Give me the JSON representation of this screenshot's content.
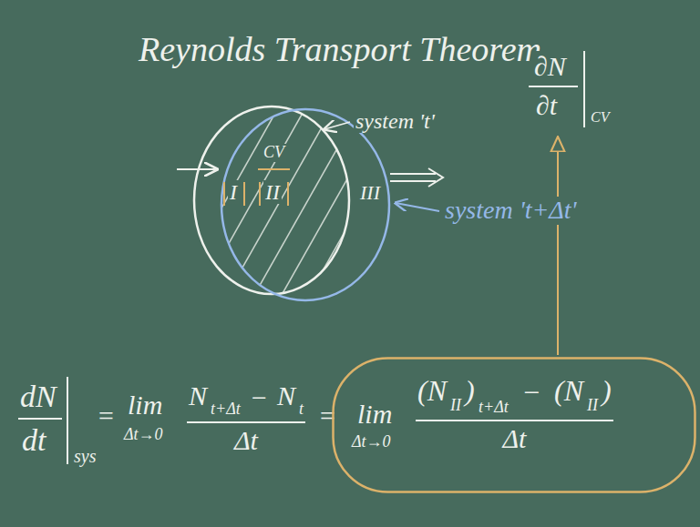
{
  "diagram": {
    "title": "Reynolds Transport Theorem",
    "nodes": [
      {
        "text": [
          "lim",
          "Δt→0",
          "(N",
          "II",
          ")",
          "t+Δt",
          "−",
          "(N",
          "II",
          ")",
          "Δt"
        ]
      }
    ],
    "labels": [
      "system 't'",
      "CV",
      "I",
      "II",
      "III",
      "system 't+Δt'",
      "∂N",
      "∂t",
      "CV",
      "dN",
      "dt",
      "sys",
      "=",
      "lim",
      "Δt→0",
      "N",
      "t+Δt",
      "−",
      "N",
      "t",
      "Δt",
      "="
    ]
  }
}
